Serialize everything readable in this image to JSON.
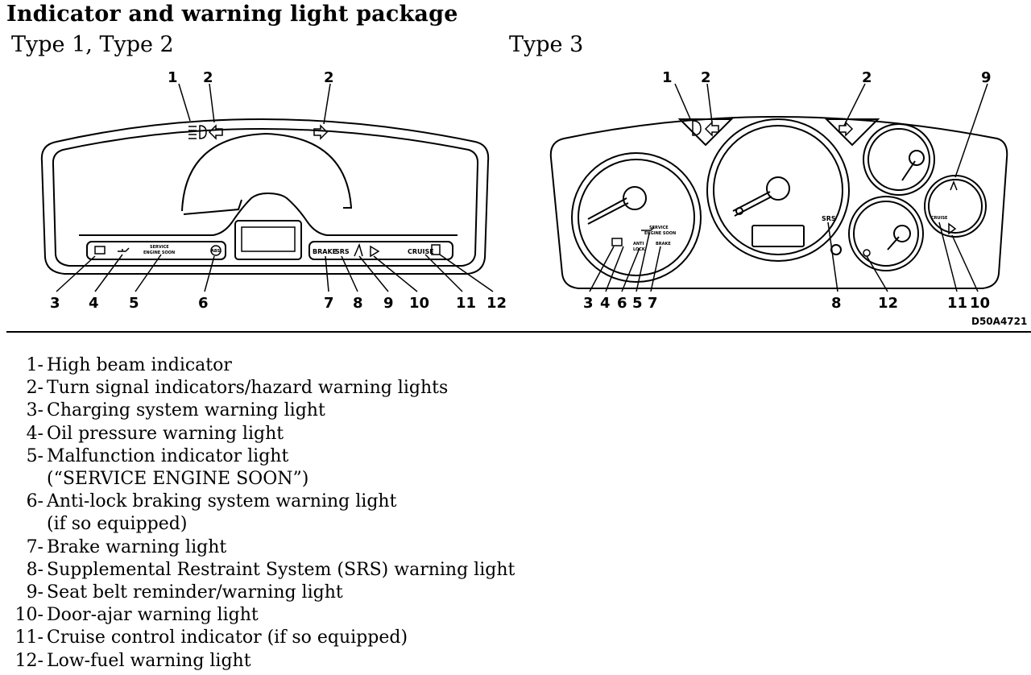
{
  "header": {
    "title": "Indicator and warning light package",
    "type12_label": "Type 1, Type 2",
    "type3_label": "Type 3"
  },
  "diagram": {
    "type12": {
      "callouts": [
        "1",
        "2",
        "2",
        "3",
        "4",
        "5",
        "6",
        "7",
        "8",
        "9",
        "10",
        "11",
        "12"
      ],
      "panel_text": {
        "service_line1": "SERVICE",
        "service_line2": "ENGINE SOON",
        "brake": "BRAKE",
        "srs": "SRS",
        "cruise": "CRUISE",
        "abs": "ABS"
      }
    },
    "type3": {
      "callouts": [
        "1",
        "2",
        "2",
        "9",
        "3",
        "4",
        "6",
        "5",
        "7",
        "8",
        "12",
        "11",
        "10"
      ],
      "panel_text": {
        "service_line1": "SERVICE",
        "service_line2": "ENGINE SOON",
        "anti": "ANTI",
        "lock": "LOCK",
        "brake": "BRAKE",
        "srs": "SRS",
        "cruise": "CRUISE"
      }
    },
    "figure_code": "D50A4721"
  },
  "legend": [
    {
      "num": "1-",
      "text": "High beam indicator"
    },
    {
      "num": "2-",
      "text": "Turn signal indicators/hazard warning lights"
    },
    {
      "num": "3-",
      "text": "Charging system warning light"
    },
    {
      "num": "4-",
      "text": "Oil pressure warning light"
    },
    {
      "num": "5-",
      "text": "Malfunction indicator light"
    },
    {
      "num": "",
      "text": "(“SERVICE ENGINE SOON”)"
    },
    {
      "num": "6-",
      "text": "Anti-lock braking system warning light"
    },
    {
      "num": "",
      "text": "(if so equipped)"
    },
    {
      "num": "7-",
      "text": "Brake warning light"
    },
    {
      "num": "8-",
      "text": "Supplemental Restraint System (SRS) warning light"
    },
    {
      "num": "9-",
      "text": "Seat belt reminder/warning light"
    },
    {
      "num": "10-",
      "text": "Door-ajar warning light"
    },
    {
      "num": "11-",
      "text": "Cruise control indicator (if so equipped)"
    },
    {
      "num": "12-",
      "text": "Low-fuel warning light"
    }
  ]
}
